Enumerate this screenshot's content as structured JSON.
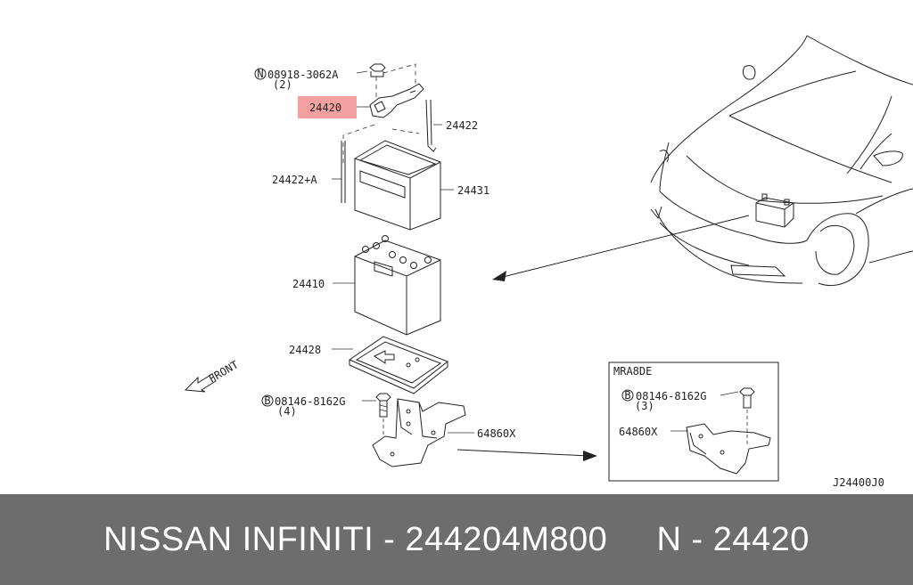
{
  "parts": {
    "n_nut": {
      "prefix": "N",
      "number": "08918-3062A",
      "qty": "(2)"
    },
    "p24420": "24420",
    "p24422": "24422",
    "p24422a": "24422+A",
    "p24431": "24431",
    "p24410": "24410",
    "p24428": "24428",
    "b_bolt": {
      "prefix": "B",
      "number": "08146-8162G",
      "qty": "(4)"
    },
    "p64860x": "64860X",
    "front": "FRONT"
  },
  "inset": {
    "title": "MRA8DE",
    "bolt": {
      "prefix": "B",
      "number": "08146-8162G",
      "qty": "(3)"
    },
    "part": "64860X"
  },
  "diagram_code": "J24400J0",
  "footer": {
    "caption": "NISSAN INFINITI - 244204M800     N - 24420"
  },
  "colors": {
    "highlight": "#f4a0a0",
    "footer_bg": "#6d6d6d",
    "line": "#222222"
  }
}
